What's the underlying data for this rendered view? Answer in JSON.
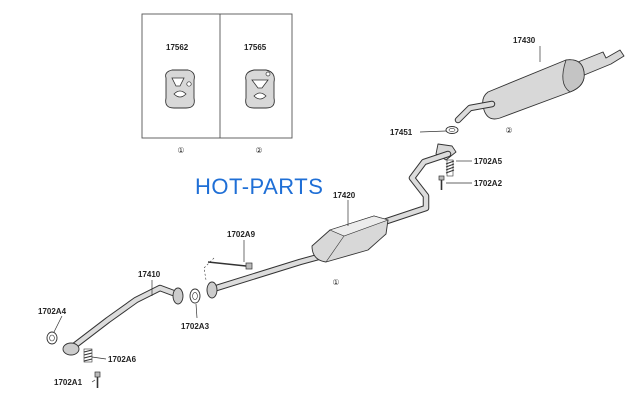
{
  "watermark": "HOT-PARTS",
  "inset": {
    "left_part": "17562",
    "left_ref": "①",
    "right_part": "17565",
    "right_ref": "②"
  },
  "labels": {
    "p17430": "17430",
    "p17451": "17451",
    "p1702A5": "1702A5",
    "p1702A2": "1702A2",
    "p17420": "17420",
    "p1702A9": "1702A9",
    "p17410": "17410",
    "p1702A4": "1702A4",
    "p1702A3": "1702A3",
    "p1702A6": "1702A6",
    "p1702A1": "1702A1"
  },
  "refs": {
    "muffler_hanger": "②",
    "converter_hanger": "①"
  },
  "colors": {
    "watermark": "#1f6fd6",
    "line": "#333333",
    "part_fill": "#d8d8d8"
  }
}
